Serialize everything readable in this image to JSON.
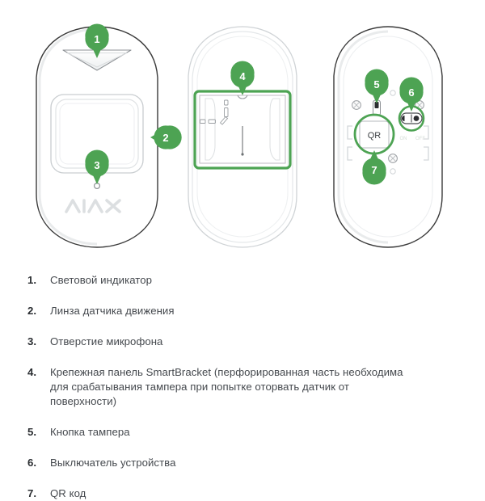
{
  "figure": {
    "alt": "Ajax MotionProtect motion detector — front view, SmartBracket mounting panel, back view",
    "accent_color": "#4da353",
    "outline_color": "#3a3a3a",
    "devices": [
      {
        "name": "front-view",
        "markers": [
          {
            "id": "1",
            "label": "1"
          },
          {
            "id": "2",
            "label": "2"
          },
          {
            "id": "3",
            "label": "3"
          }
        ],
        "brand_text": "AJAX"
      },
      {
        "name": "smartbracket-view",
        "markers": [
          {
            "id": "4",
            "label": "4"
          }
        ]
      },
      {
        "name": "back-view",
        "markers": [
          {
            "id": "5",
            "label": "5"
          },
          {
            "id": "6",
            "label": "6"
          },
          {
            "id": "7",
            "label": "7"
          }
        ],
        "qr_label": "QR",
        "switch_on_label": "ON",
        "switch_off_label": "OFF"
      }
    ]
  },
  "legend": {
    "items": [
      {
        "number": "1.",
        "text": "Световой индикатор"
      },
      {
        "number": "2.",
        "text": "Линза датчика движения"
      },
      {
        "number": "3.",
        "text": "Отверстие микрофона"
      },
      {
        "number": "4.",
        "text": "Крепежная панель SmartBracket (перфорированная часть необходима для срабатывания тампера при попытке оторвать датчик от поверхности)"
      },
      {
        "number": "5.",
        "text": "Кнопка тампера"
      },
      {
        "number": "6.",
        "text": "Выключатель устройства"
      },
      {
        "number": "7.",
        "text": "QR код"
      }
    ]
  }
}
